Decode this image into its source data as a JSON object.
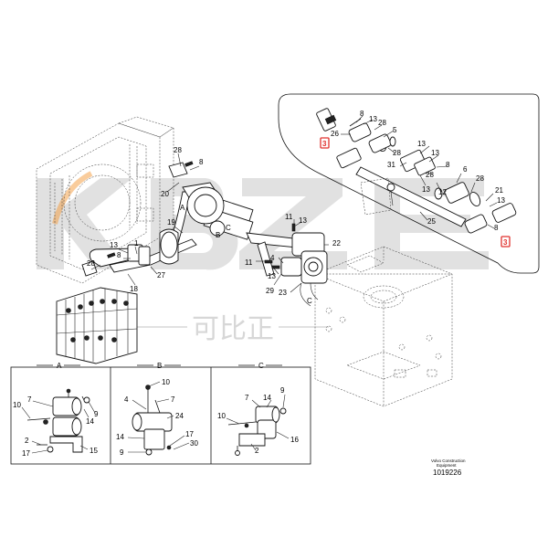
{
  "watermark": {
    "latin": "KBZE",
    "cjk": "可比正"
  },
  "details": [
    {
      "letter": "A"
    },
    {
      "letter": "B"
    },
    {
      "letter": "C"
    }
  ],
  "callouts": [
    "3",
    "3"
  ],
  "main_labels": {
    "l28a": "28",
    "l8a": "8",
    "l20": "20",
    "l19": "19",
    "lA": "A",
    "lB": "B",
    "lC": "C",
    "l13a": "13",
    "l1": "1",
    "l8b": "8",
    "l28b": "28",
    "l27": "27",
    "l18": "18",
    "l11a": "11",
    "l13b": "13",
    "l11b": "11",
    "l13c": "13",
    "l29": "29",
    "l23": "23",
    "l4": "4",
    "l22": "22",
    "lCsec": "C"
  },
  "inset_labels": {
    "i8a": "8",
    "i13a": "13",
    "i26": "26",
    "i28a": "28",
    "i5": "5",
    "i28b": "28",
    "i13b": "13",
    "i31": "31",
    "i13c": "13",
    "i8b": "8",
    "i28c": "28",
    "i13d": "13",
    "i12": "12",
    "i6": "6",
    "i28d": "28",
    "i21": "21",
    "i13e": "13",
    "i8c": "8",
    "i25": "25"
  },
  "detail_labels": {
    "a10": "10",
    "a7": "7",
    "a14": "14",
    "a9": "9",
    "a2": "2",
    "a17": "17",
    "a15": "15",
    "b10": "10",
    "b4": "4",
    "b7": "7",
    "b24": "24",
    "b14": "14",
    "b9": "9",
    "b17": "17",
    "b30": "30",
    "c10": "10",
    "c7": "7",
    "c14": "14",
    "c9": "9",
    "c16": "16",
    "c2": "2"
  },
  "footer": {
    "brand_line1": "Volvo Construction",
    "brand_line2": "Equipment",
    "drawing_number": "1019226"
  }
}
